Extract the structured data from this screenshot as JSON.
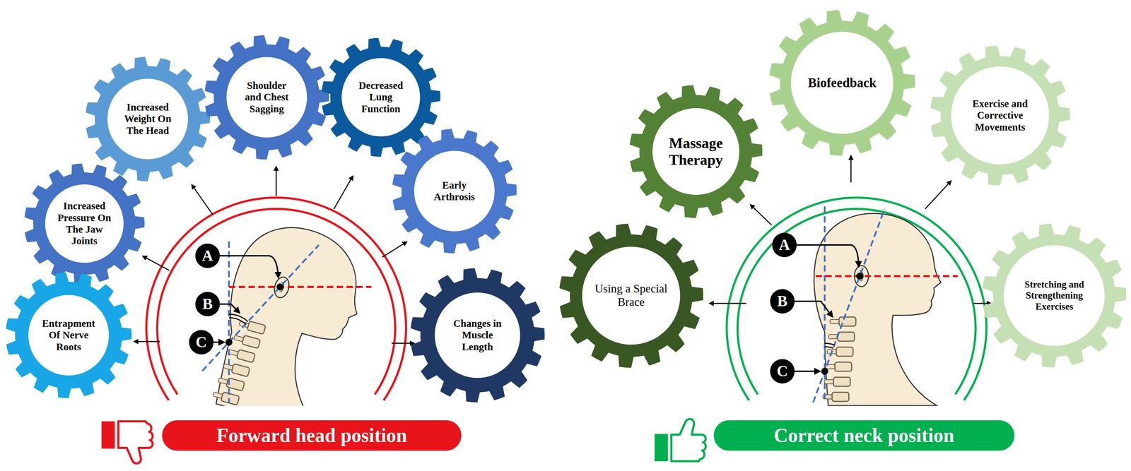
{
  "diagram": {
    "nodes": [
      {
        "text": [
          "Increased Weight On The Head"
        ]
      },
      {
        "text": [
          "Shoulder and Chest Sagging"
        ]
      },
      {
        "text": [
          "Decreased Lung Function"
        ]
      },
      {
        "text": [
          "Increased Pressure On The Jaw Joints"
        ]
      },
      {
        "text": [
          "Early Arthrosis"
        ]
      },
      {
        "text": [
          "Entrapment Of Nerve Roots"
        ]
      },
      {
        "text": [
          "Changes in Muscle Length"
        ]
      },
      {
        "text": [
          "Forward head position"
        ]
      },
      {
        "text": [
          "Massage Therapy"
        ]
      },
      {
        "text": [
          "Biofeedback"
        ]
      },
      {
        "text": [
          "Exercise and Corrective Movements"
        ]
      },
      {
        "text": [
          "Using a Special Brace"
        ]
      },
      {
        "text": [
          "Stretching and Strengthening Exercises"
        ]
      },
      {
        "text": [
          "Correct neck position"
        ]
      }
    ],
    "labels": [
      "A",
      "B",
      "C",
      "A",
      "B",
      "C"
    ]
  }
}
